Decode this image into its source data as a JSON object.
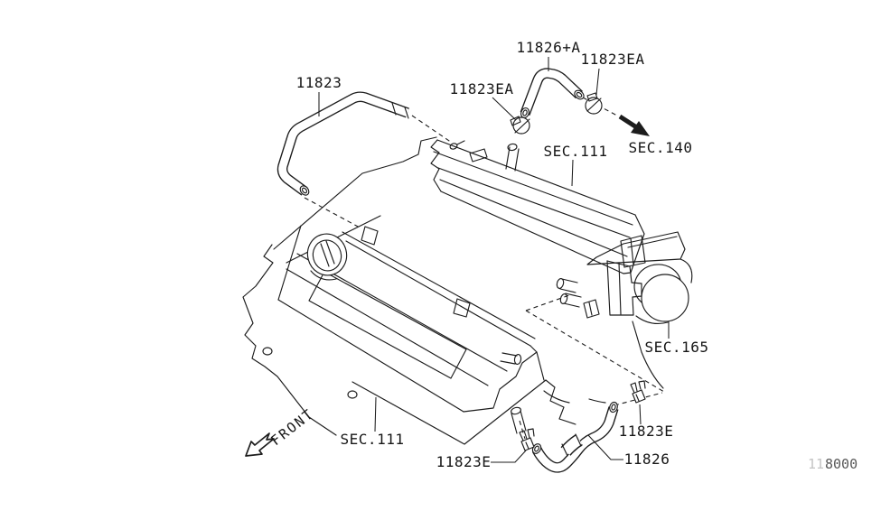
{
  "page": {
    "background": "#ffffff",
    "line_color": "#1c1c1c"
  },
  "labels": {
    "hose_upper": "11823",
    "clamp_upper_left": "11823EA",
    "breather_hose": "11826+A",
    "clamp_upper_right": "11823EA",
    "sec_rear_cover": "SEC.111",
    "sec_140": "SEC.140",
    "sec_165": "SEC.165",
    "sec_front_cover": "SEC.111",
    "clamp_lower_left": "11823E",
    "hose_lower": "11826",
    "clamp_lower_right": "11823E",
    "front_marker": "FRONT",
    "diagram_code_prefix": "11",
    "diagram_code": "8000"
  }
}
